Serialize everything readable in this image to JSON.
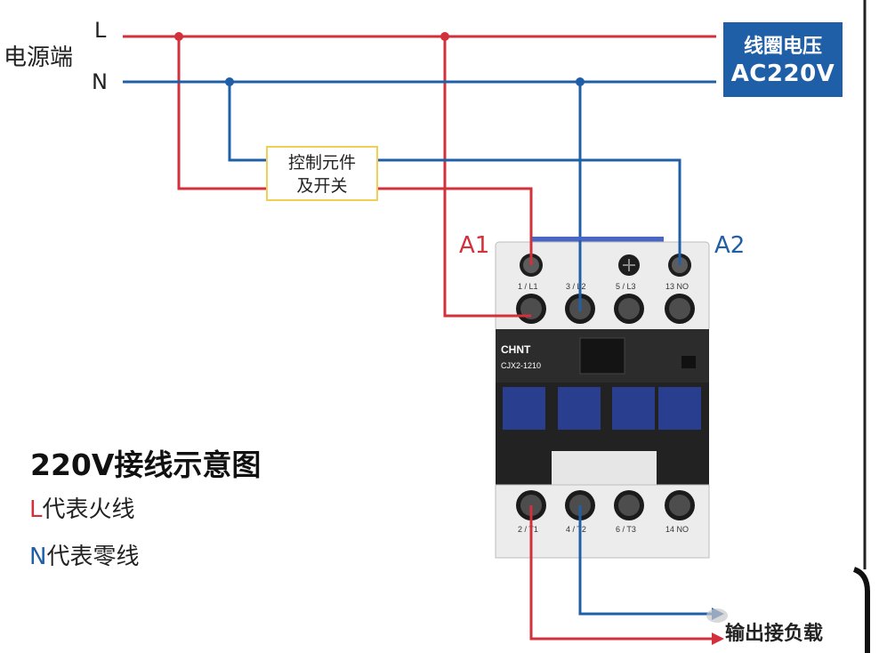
{
  "power": {
    "label": "电源端",
    "line_L": "L",
    "line_N": "N"
  },
  "coil_voltage": {
    "line1": "线圈电压",
    "line2": "AC220V"
  },
  "control": {
    "line1": "控制元件",
    "line2": "及开关"
  },
  "coil_terminals": {
    "a1": "A1",
    "a2": "A2"
  },
  "contactor": {
    "brand": "CHNT",
    "model": "CJX2-1210",
    "top_terminals": [
      "1 / L1",
      "3 / L2",
      "5 / L3",
      "13 NO"
    ],
    "bottom_terminals": [
      "2 / T1",
      "4 / T2",
      "6 / T3",
      "14 NO"
    ]
  },
  "title": "220V接线示意图",
  "legend": [
    {
      "letter": "L",
      "text": "代表火线",
      "color": "#d2303a"
    },
    {
      "letter": "N",
      "text": "代表零线",
      "color": "#1f5fa8"
    }
  ],
  "output": "输出接负载",
  "colors": {
    "live": "#d2303a",
    "neutral": "#1f5fa8",
    "coil_box": "#1f5fa8",
    "control_border": "#f1cf55"
  }
}
